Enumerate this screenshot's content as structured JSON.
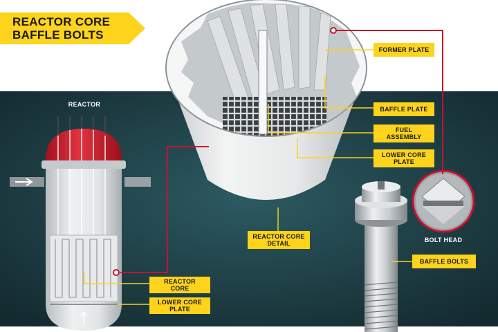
{
  "title": "REACTOR CORE\nBAFFLE BOLTS",
  "labels": {
    "reactor": "REACTOR",
    "former_plate": "FORMER PLATE",
    "baffle_plate": "BAFFLE PLATE",
    "fuel_assembly": "FUEL\nASSEMBLY",
    "lower_core_plate_detail": "LOWER CORE\nPLATE",
    "reactor_core_detail": "REACTOR CORE\nDETAIL",
    "bolt_head": "BOLT HEAD",
    "baffle_bolts": "BAFFLE BOLTS",
    "reactor_core": "REACTOR\nCORE",
    "lower_core_plate": "LOWER CORE\nPLATE"
  },
  "colors": {
    "accent_yellow": "#fdd31b",
    "callout_red": "#c8102e",
    "dome_red": "#d21f2b",
    "background_teal": "#1f4046",
    "metal_light": "#eceeee",
    "metal_mid": "#c9cdcf"
  }
}
